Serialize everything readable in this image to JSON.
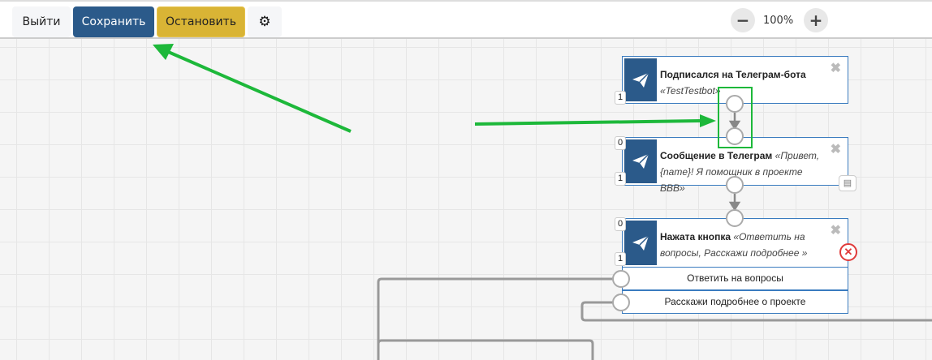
{
  "toolbar": {
    "exit_label": "Выйти",
    "save_label": "Сохранить",
    "stop_label": "Остановить",
    "zoom_level": "100%"
  },
  "colors": {
    "save": "#2b5a8a",
    "stop": "#d9b435",
    "arrow": "#1db83a",
    "node_icon": "#2b5a8a"
  },
  "nodes": [
    {
      "title": "Подписался на Телеграм-бота",
      "detail": "«TestTestbot»",
      "badge_out": "1"
    },
    {
      "title": "Сообщение в Телеграм",
      "detail": "«Привет, {name}! Я помощник в проекте BBB»",
      "badge_in": "0",
      "badge_out": "1"
    },
    {
      "title": "Нажата кнопка",
      "detail": "«Ответить на вопросы, Расскажи подробнее »",
      "badge_in": "0",
      "badge_out": "1",
      "buttons": [
        "Ответить на вопросы",
        "Расскажи подробнее о проекте"
      ]
    }
  ]
}
